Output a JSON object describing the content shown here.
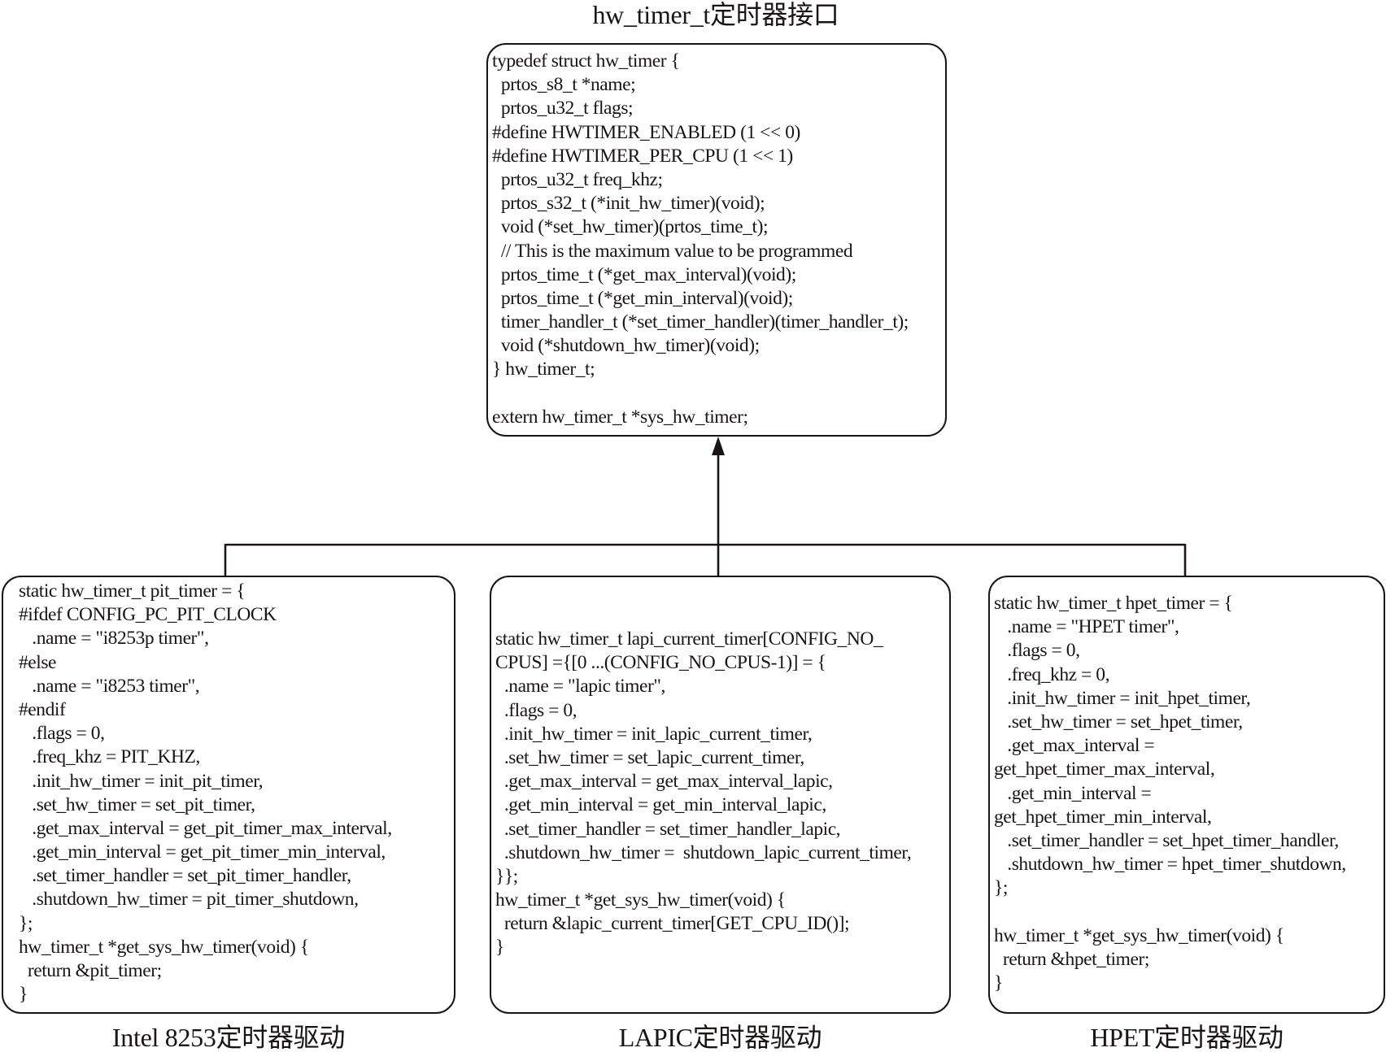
{
  "title": "hw_timer_t定时器接口",
  "interface_box": {
    "lines": [
      "typedef struct hw_timer {",
      "  prtos_s8_t *name;",
      "  prtos_u32_t flags;",
      "#define HWTIMER_ENABLED (1 << 0)",
      "#define HWTIMER_PER_CPU (1 << 1)",
      "  prtos_u32_t freq_khz;",
      "  prtos_s32_t (*init_hw_timer)(void);",
      "  void (*set_hw_timer)(prtos_time_t);",
      "  // This is the maximum value to be programmed",
      "  prtos_time_t (*get_max_interval)(void);",
      "  prtos_time_t (*get_min_interval)(void);",
      "  timer_handler_t (*set_timer_handler)(timer_handler_t);",
      "  void (*shutdown_hw_timer)(void);",
      "} hw_timer_t;",
      "",
      "extern hw_timer_t *sys_hw_timer;"
    ]
  },
  "drivers": [
    {
      "label": "Intel 8253定时器驱动",
      "lines": [
        "static hw_timer_t pit_timer = {",
        "#ifdef CONFIG_PC_PIT_CLOCK",
        "   .name = \"i8253p timer\",",
        "#else",
        "   .name = \"i8253 timer\",",
        "#endif",
        "   .flags = 0,",
        "   .freq_khz = PIT_KHZ,",
        "   .init_hw_timer = init_pit_timer,",
        "   .set_hw_timer = set_pit_timer,",
        "   .get_max_interval = get_pit_timer_max_interval,",
        "   .get_min_interval = get_pit_timer_min_interval,",
        "   .set_timer_handler = set_pit_timer_handler,",
        "   .shutdown_hw_timer = pit_timer_shutdown,",
        "};",
        "hw_timer_t *get_sys_hw_timer(void) {",
        "  return &pit_timer;",
        "}"
      ]
    },
    {
      "label": "LAPIC定时器驱动",
      "lines": [
        "static hw_timer_t lapi_current_timer[CONFIG_NO_",
        "CPUS] ={[0 ...(CONFIG_NO_CPUS-1)] = {",
        "  .name = \"lapic timer\",",
        "  .flags = 0,",
        "  .init_hw_timer = init_lapic_current_timer,",
        "  .set_hw_timer = set_lapic_current_timer,",
        "  .get_max_interval = get_max_interval_lapic,",
        "  .get_min_interval = get_min_interval_lapic,",
        "  .set_timer_handler = set_timer_handler_lapic,",
        "  .shutdown_hw_timer =  shutdown_lapic_current_timer,",
        "}};",
        "hw_timer_t *get_sys_hw_timer(void) {",
        "  return &lapic_current_timer[GET_CPU_ID()];",
        "}"
      ]
    },
    {
      "label": "HPET定时器驱动",
      "lines": [
        "static hw_timer_t hpet_timer = {",
        "   .name = \"HPET timer\",",
        "   .flags = 0,",
        "   .freq_khz = 0,",
        "   .init_hw_timer = init_hpet_timer,",
        "   .set_hw_timer = set_hpet_timer,",
        "   .get_max_interval =",
        "get_hpet_timer_max_interval,",
        "   .get_min_interval =",
        "get_hpet_timer_min_interval,",
        "   .set_timer_handler = set_hpet_timer_handler,",
        "   .shutdown_hw_timer = hpet_timer_shutdown,",
        "};",
        "",
        "hw_timer_t *get_sys_hw_timer(void) {",
        "  return &hpet_timer;",
        "}"
      ]
    }
  ]
}
